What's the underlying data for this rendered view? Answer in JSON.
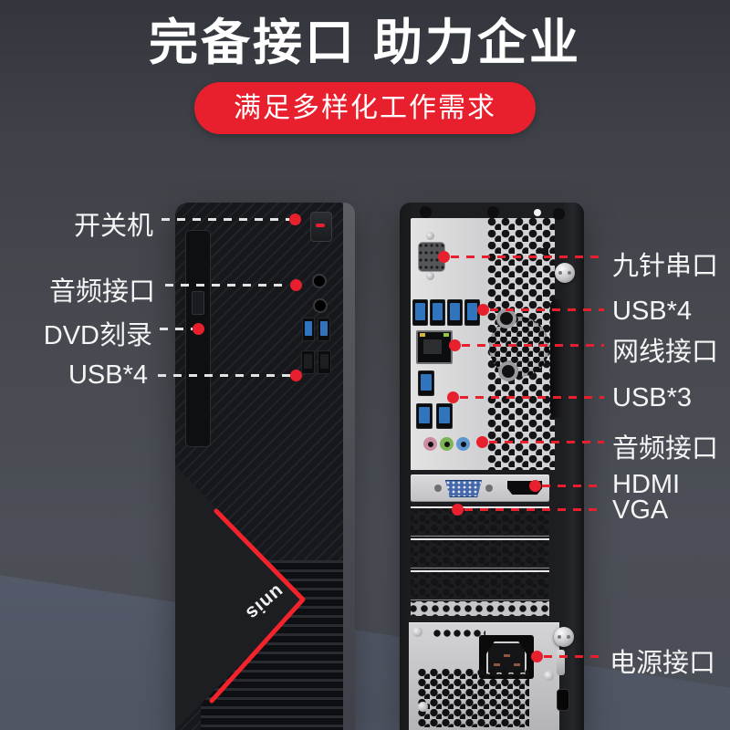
{
  "header": {
    "title": "完备接口 助力企业",
    "subtitle": "满足多样化工作需求"
  },
  "front_panel": {
    "brand_logo": "unis",
    "labels": [
      {
        "text": "开关机"
      },
      {
        "text": "音频接口"
      },
      {
        "text": "DVD刻录"
      },
      {
        "text": "USB*4"
      }
    ]
  },
  "rear_panel": {
    "labels": [
      {
        "text": "九针串口"
      },
      {
        "text": "USB*4"
      },
      {
        "text": "网线接口"
      },
      {
        "text": "USB*3"
      },
      {
        "text": "音频接口"
      },
      {
        "text": "HDMI"
      },
      {
        "text": "VGA"
      },
      {
        "text": "电源接口"
      }
    ]
  },
  "colors": {
    "accent_red": "#e8202e",
    "background_dark": "#46494f",
    "floor_blue_gray": "#5a6171",
    "panel_silver": "#d3d3d5",
    "usb_blue": "#2f74bd",
    "audio_pink": "#cb8d9f",
    "audio_green": "#7db457",
    "audio_blue": "#5e96cf"
  }
}
